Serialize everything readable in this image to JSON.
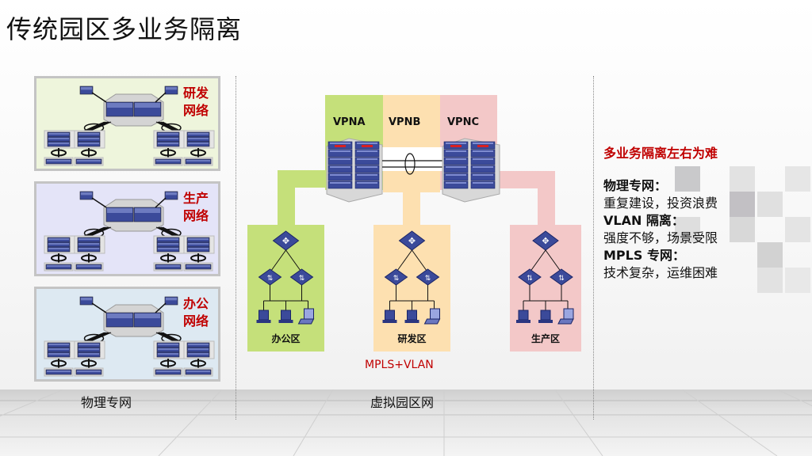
{
  "page": {
    "title": "传统园区多业务隔离"
  },
  "physical": {
    "caption": "物理专网",
    "networks": [
      {
        "label_line1": "研发",
        "label_line2": "网络",
        "bg_color": "#eef5dc"
      },
      {
        "label_line1": "生产",
        "label_line2": "网络",
        "bg_color": "#e4e4f8"
      },
      {
        "label_line1": "办公",
        "label_line2": "网络",
        "bg_color": "#dde9f2"
      }
    ]
  },
  "virtual": {
    "caption": "虚拟园区网",
    "tech_label": "MPLS+VLAN",
    "vpns": [
      {
        "label": "VPNA",
        "color": "#c5e07a"
      },
      {
        "label": "VPNB",
        "color": "#fde0b0"
      },
      {
        "label": "VPNC",
        "color": "#f3c8c8"
      }
    ],
    "zones": [
      {
        "label": "办公区",
        "color": "#c5e07a"
      },
      {
        "label": "研发区",
        "color": "#fde0b0"
      },
      {
        "label": "生产区",
        "color": "#f3c8c8"
      }
    ]
  },
  "summary": {
    "heading": "多业务隔离左右为难",
    "items": [
      {
        "title": "物理专网：",
        "desc": "重复建设，投资浪费"
      },
      {
        "title": "VLAN 隔离：",
        "desc": "强度不够，场景受限"
      },
      {
        "title": "MPLS 专网：",
        "desc": "技术复杂，运维困难"
      }
    ]
  },
  "colors": {
    "accent_red": "#c00000",
    "device_blue": "#3b4a9a"
  }
}
